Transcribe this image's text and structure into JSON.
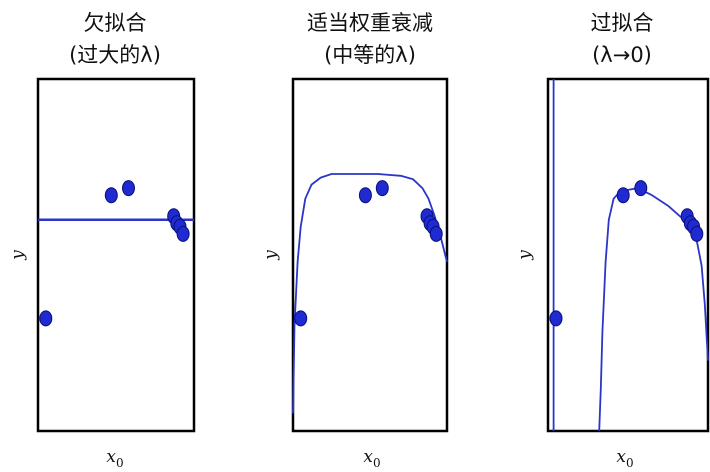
{
  "chart_data": [
    {
      "type": "scatter",
      "title": "欠拟合",
      "subtitle": "(过大的λ)",
      "xlabel": "x0",
      "ylabel": "y",
      "xlim": [
        0,
        100
      ],
      "ylim": [
        0,
        100
      ],
      "points": [
        {
          "x": 5,
          "y": 32
        },
        {
          "x": 47,
          "y": 67
        },
        {
          "x": 58,
          "y": 69
        },
        {
          "x": 87,
          "y": 61
        },
        {
          "x": 89,
          "y": 59
        },
        {
          "x": 91,
          "y": 58
        },
        {
          "x": 93,
          "y": 56
        }
      ],
      "fit": {
        "name": "",
        "points": [
          [
            0,
            60
          ],
          [
            100,
            60
          ]
        ]
      }
    },
    {
      "type": "scatter",
      "title": "适当权重衰减",
      "subtitle": "(中等的λ)",
      "xlabel": "x0",
      "ylabel": "y",
      "xlim": [
        0,
        100
      ],
      "ylim": [
        0,
        100
      ],
      "points": [
        {
          "x": 5,
          "y": 32
        },
        {
          "x": 47,
          "y": 67
        },
        {
          "x": 58,
          "y": 69
        },
        {
          "x": 87,
          "y": 61
        },
        {
          "x": 89,
          "y": 59
        },
        {
          "x": 91,
          "y": 58
        },
        {
          "x": 93,
          "y": 56
        }
      ],
      "fit": {
        "name": "",
        "points": [
          [
            0,
            5
          ],
          [
            1,
            30
          ],
          [
            3,
            48
          ],
          [
            5,
            58
          ],
          [
            8,
            66
          ],
          [
            12,
            70
          ],
          [
            18,
            72
          ],
          [
            25,
            73
          ],
          [
            40,
            73
          ],
          [
            55,
            73
          ],
          [
            70,
            72.5
          ],
          [
            78,
            71.5
          ],
          [
            84,
            69
          ],
          [
            88,
            66
          ],
          [
            92,
            61
          ],
          [
            96,
            55
          ],
          [
            100,
            48
          ]
        ]
      }
    },
    {
      "type": "scatter",
      "title": "过拟合",
      "subtitle": "(λ→0)",
      "xlabel": "x0",
      "ylabel": "y",
      "xlim": [
        0,
        100
      ],
      "ylim": [
        0,
        100
      ],
      "points": [
        {
          "x": 5,
          "y": 32
        },
        {
          "x": 47,
          "y": 67
        },
        {
          "x": 58,
          "y": 69
        },
        {
          "x": 87,
          "y": 61
        },
        {
          "x": 89,
          "y": 59
        },
        {
          "x": 91,
          "y": 58
        },
        {
          "x": 93,
          "y": 56
        }
      ],
      "fit": {
        "name": "",
        "segments": [
          [
            [
              3.5,
              100
            ],
            [
              3.5,
              0
            ]
          ],
          [
            [
              32,
              0
            ],
            [
              33,
              12
            ],
            [
              34,
              28
            ],
            [
              36,
              48
            ],
            [
              38,
              60
            ],
            [
              41,
              66
            ],
            [
              45,
              68
            ],
            [
              50,
              68.5
            ],
            [
              56,
              69
            ],
            [
              65,
              67
            ],
            [
              75,
              64
            ],
            [
              85,
              60
            ],
            [
              90,
              57
            ],
            [
              93,
              54
            ],
            [
              96,
              47
            ],
            [
              98,
              36
            ],
            [
              100,
              20
            ]
          ]
        ]
      }
    }
  ],
  "colors": {
    "points": "#1f2bd1",
    "curve": "#2b35c8",
    "axes": "#000000"
  }
}
